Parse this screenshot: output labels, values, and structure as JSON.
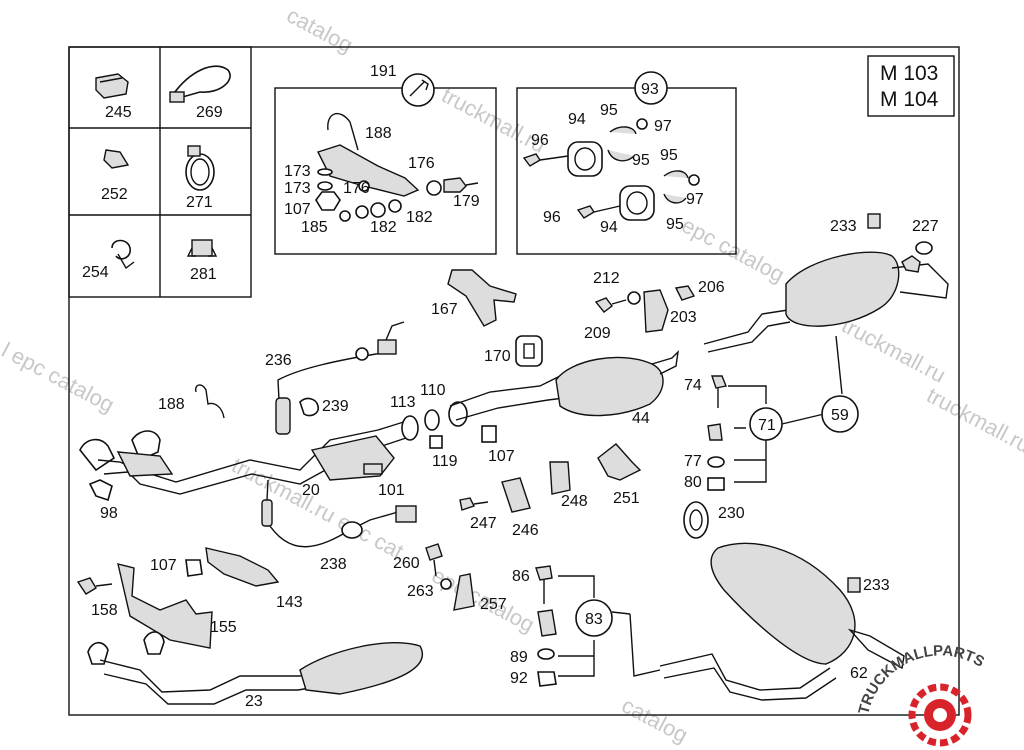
{
  "model_box": {
    "line1": "M 103",
    "line2": "M 104"
  },
  "legend_cells": [
    {
      "part": "245",
      "icon": "rubber-buffer-icon"
    },
    {
      "part": "269",
      "icon": "cable-tie-icon"
    },
    {
      "part": "252",
      "icon": "bracket-plate-icon"
    },
    {
      "part": "271",
      "icon": "hose-clamp-icon"
    },
    {
      "part": "254",
      "icon": "clip-icon"
    },
    {
      "part": "281",
      "icon": "retainer-clip-icon"
    }
  ],
  "callouts": {
    "c59": "59",
    "c71": "71",
    "c83": "83",
    "c93": "93",
    "c191": "191"
  },
  "part_labels": {
    "p236": "236",
    "p239": "239",
    "p188a": "188",
    "p188b": "188",
    "p98": "98",
    "p20": "20",
    "p101": "101",
    "p113": "113",
    "p110": "110",
    "p119": "119",
    "p107a": "107",
    "p107b": "107",
    "p107c": "107",
    "p167": "167",
    "p170": "170",
    "p212": "212",
    "p209": "209",
    "p206": "206",
    "p203": "203",
    "p44": "44",
    "p233a": "233",
    "p233b": "233",
    "p227": "227",
    "p74": "74",
    "p77": "77",
    "p80": "80",
    "p248": "248",
    "p251": "251",
    "p247": "247",
    "p246": "246",
    "p230": "230",
    "p238": "238",
    "p260": "260",
    "p263": "263",
    "p257": "257",
    "p86": "86",
    "p89": "89",
    "p92": "92",
    "p158": "158",
    "p155": "155",
    "p143": "143",
    "p23": "23",
    "p62": "62",
    "p173a": "173",
    "p173b": "173",
    "p176a": "176",
    "p176b": "176",
    "p179": "179",
    "p185": "185",
    "p182a": "182",
    "p182b": "182",
    "p94a": "94",
    "p94b": "94",
    "p95a": "95",
    "p95b": "95",
    "p95c": "95",
    "p95d": "95",
    "p97a": "97",
    "p97b": "97",
    "p96a": "96",
    "p96b": "96"
  },
  "watermarks": {
    "w1": "catalog",
    "w2": "truckmall.ru",
    "w3": "epc catalog",
    "w4": "truckmall.ru",
    "w5": "l epc catalog",
    "w6": "truckmall.ru epc cat",
    "w7": "epc catalog",
    "w8": "catalog",
    "w9": "truckmall.ru e"
  },
  "logo": {
    "text": "TRUCKMALLPARTS",
    "accent": "#d8232a"
  }
}
